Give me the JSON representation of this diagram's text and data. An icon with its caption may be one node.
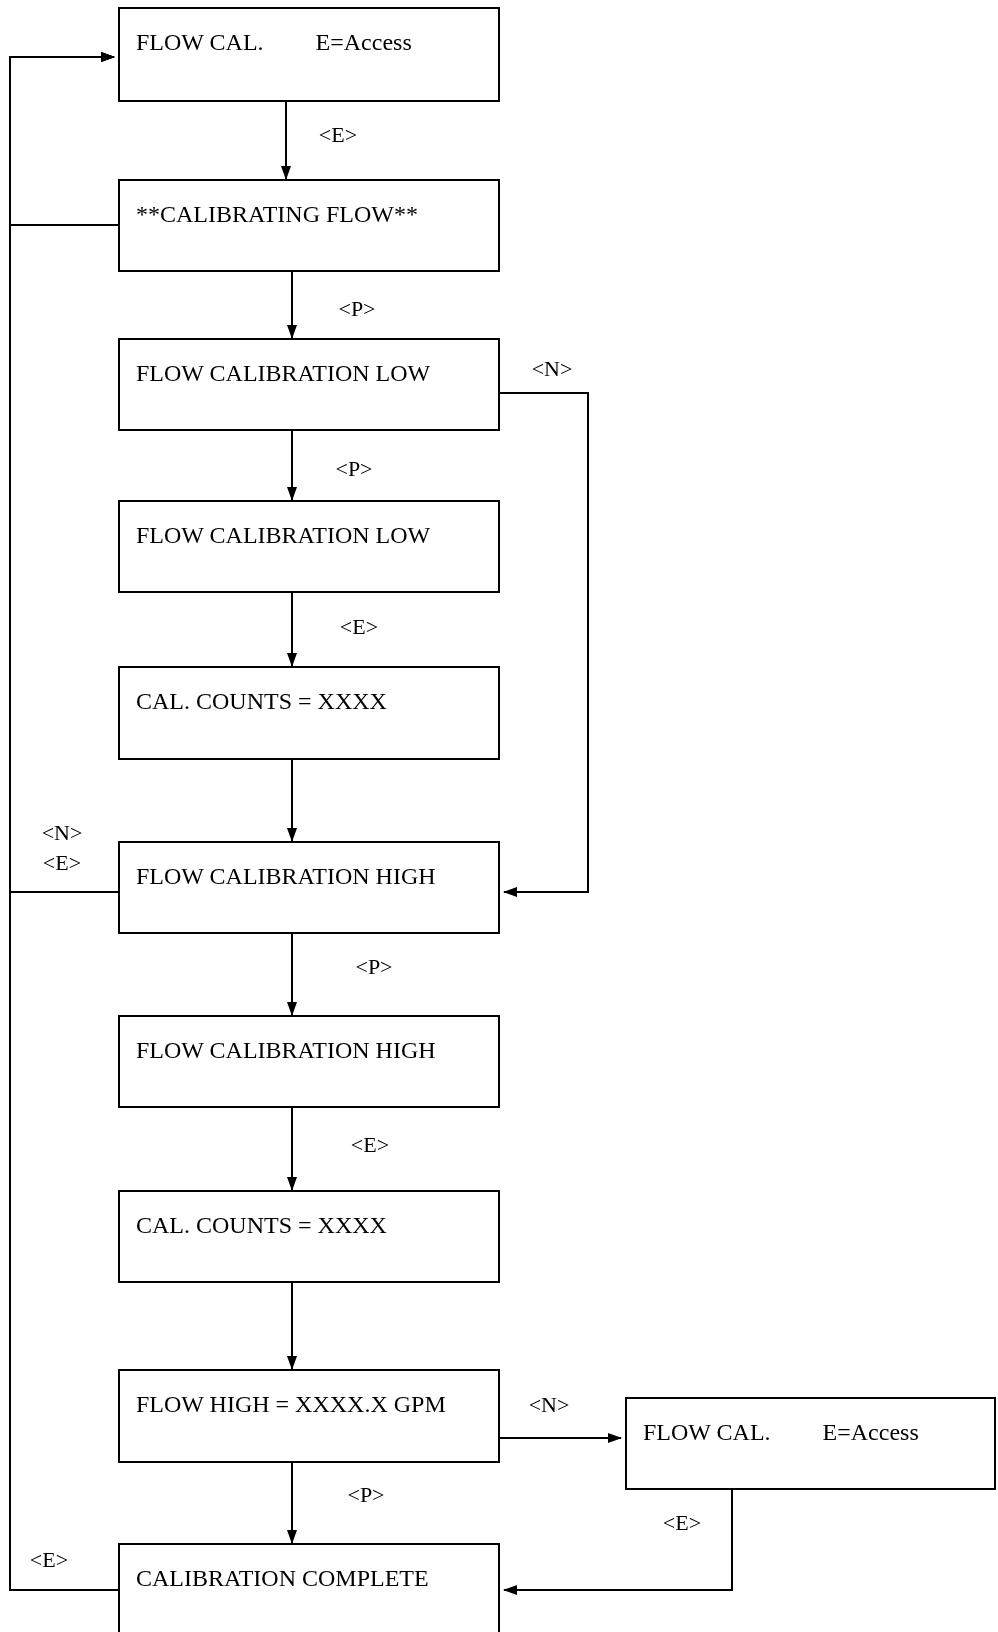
{
  "diagram": {
    "nodes": [
      {
        "text": [
          "FLOW CAL.",
          "E=Access"
        ]
      },
      {
        "text": [
          "**CALIBRATING FLOW**"
        ]
      },
      {
        "text": [
          "FLOW CALIBRATION LOW"
        ]
      },
      {
        "text": [
          "FLOW CALIBRATION LOW"
        ]
      },
      {
        "text": [
          "CAL. COUNTS = XXXX"
        ]
      },
      {
        "text": [
          "FLOW CALIBRATION HIGH"
        ]
      },
      {
        "text": [
          "FLOW CALIBRATION HIGH"
        ]
      },
      {
        "text": [
          "CAL. COUNTS = XXXX"
        ]
      },
      {
        "text": [
          "FLOW HIGH = XXXX.X GPM"
        ]
      },
      {
        "text": [
          "FLOW CAL.",
          "E=Access"
        ]
      },
      {
        "text": [
          "CALIBRATION COMPLETE"
        ]
      }
    ],
    "edges": [
      {
        "from": 0,
        "to": 1,
        "arrow": "to",
        "label": "<E>"
      },
      {
        "from": 1,
        "to": 0,
        "arrow": "to"
      },
      {
        "from": 1,
        "to": 2,
        "arrow": "to",
        "label": "<P>"
      },
      {
        "from": 2,
        "to": 5,
        "arrow": "to",
        "label": "<N>"
      },
      {
        "from": 2,
        "to": 3,
        "arrow": "to",
        "label": "<P>"
      },
      {
        "from": 3,
        "to": 4,
        "arrow": "to",
        "label": "<E>"
      },
      {
        "from": 4,
        "to": 5,
        "arrow": "to"
      },
      {
        "from": 5,
        "to": 0,
        "arrow": "to",
        "label": "<N> <E>"
      },
      {
        "from": 5,
        "to": 6,
        "arrow": "to",
        "label": "<P>"
      },
      {
        "from": 6,
        "to": 7,
        "arrow": "to",
        "label": "<E>"
      },
      {
        "from": 7,
        "to": 8,
        "arrow": "to"
      },
      {
        "from": 8,
        "to": 9,
        "arrow": "to",
        "label": "<N>"
      },
      {
        "from": 8,
        "to": 10,
        "arrow": "to",
        "label": "<P>"
      },
      {
        "from": 9,
        "to": 10,
        "arrow": "to",
        "label": "<E>"
      },
      {
        "from": 10,
        "to": 0,
        "arrow": "to",
        "label": "<E>"
      }
    ]
  }
}
